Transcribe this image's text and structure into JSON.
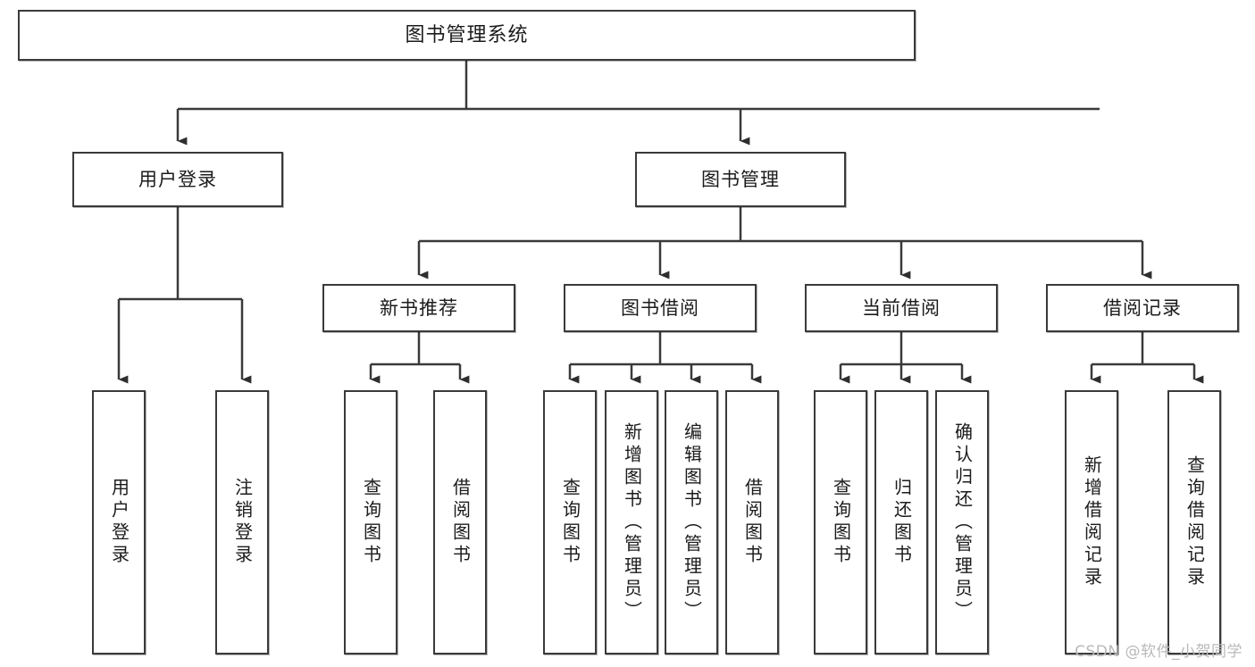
{
  "diagram": {
    "title": "图书管理系统",
    "watermark": "CSDN @软件_小贺同学"
  },
  "nodes": {
    "root": {
      "label": "图书管理系统"
    },
    "level1": [
      {
        "label": "用户登录"
      },
      {
        "label": "图书管理"
      }
    ],
    "level2": [
      {
        "label": "新书推荐"
      },
      {
        "label": "图书借阅"
      },
      {
        "label": "当前借阅"
      },
      {
        "label": "借阅记录"
      }
    ],
    "leaves": {
      "user_login": [
        {
          "label": "用户登录"
        },
        {
          "label": "注销登录"
        }
      ],
      "new_book_recommend": [
        {
          "label": "查询图书"
        },
        {
          "label": "借阅图书"
        }
      ],
      "book_borrow": [
        {
          "label": "查询图书"
        },
        {
          "label": "新增图书（管理员）"
        },
        {
          "label": "编辑图书（管理员）"
        },
        {
          "label": "借阅图书"
        }
      ],
      "current_borrow": [
        {
          "label": "查询图书"
        },
        {
          "label": "归还图书"
        },
        {
          "label": "确认归还（管理员）"
        }
      ],
      "borrow_record": [
        {
          "label": "新增借阅记录"
        },
        {
          "label": "查询借阅记录"
        }
      ]
    }
  },
  "colors": {
    "stroke": "#3a3a3a",
    "fill": "#ffffff",
    "text": "#1b1b1b",
    "watermark": "#b9b9b9"
  }
}
